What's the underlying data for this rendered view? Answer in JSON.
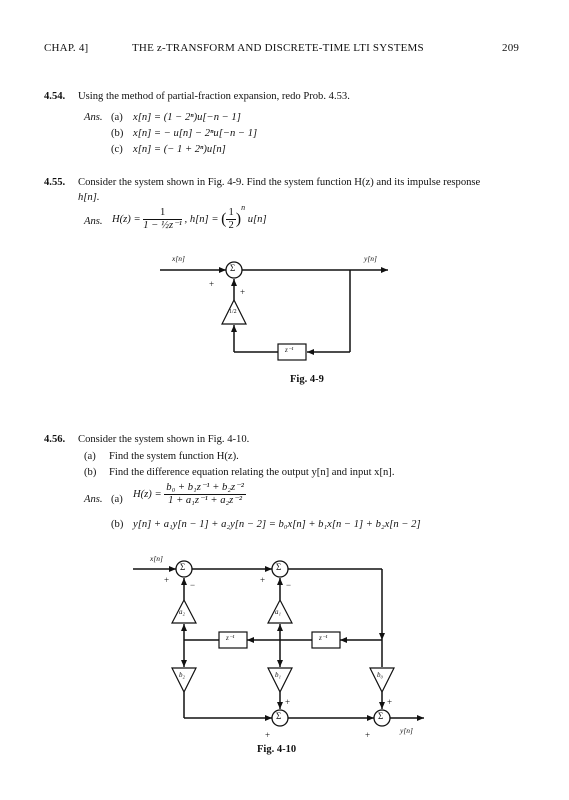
{
  "header": {
    "chapter": "CHAP. 4]",
    "title": "THE z-TRANSFORM AND DISCRETE-TIME LTI SYSTEMS",
    "page_number": "209"
  },
  "p454": {
    "number": "4.54.",
    "text": "Using the method of partial-fraction expansion, redo Prob. 4.53.",
    "ans_label": "Ans.",
    "a_label": "(a)",
    "a": "x[n] = (1 − 2ⁿ)u[−n − 1]",
    "b_label": "(b)",
    "b": "x[n] = − u[n] − 2ⁿu[−n − 1]",
    "c_label": "(c)",
    "c": "x[n] = (− 1 + 2ⁿ)u[n]"
  },
  "p455": {
    "number": "4.55.",
    "text_line1": "Consider the system shown in Fig. 4-9. Find the system function H(z) and its impulse response",
    "text_line2": "h[n].",
    "ans_label": "Ans.",
    "hz_lhs": "H(z) =",
    "hz_num": "1",
    "hz_den": "1 − ½z⁻¹",
    "hn_lhs": ", h[n] =",
    "hn_base_num": "1",
    "hn_base_den": "2",
    "hn_exp": "n",
    "hn_tail": "u[n]"
  },
  "fig49": {
    "input": "x[n]",
    "output": "y[n]",
    "sum": "Σ",
    "plus1": "+",
    "plus2": "+",
    "gain": "1/2",
    "delay": "z⁻¹",
    "caption": "Fig. 4-9"
  },
  "p456": {
    "number": "4.56.",
    "text": "Consider the system shown in Fig. 4-10.",
    "a_label": "(a)",
    "a_text": "Find the system function H(z).",
    "b_label": "(b)",
    "b_text": "Find the difference equation relating the output y[n] and input x[n].",
    "ans_label": "Ans.",
    "ans_a_label": "(a)",
    "hz_lhs": "H(z) =",
    "hz_num": "b₀ + b₁z⁻¹ + b₂z⁻²",
    "hz_den": "1 + a₁z⁻¹ + a₂z⁻²",
    "ans_b_label": "(b)",
    "ans_b": "y[n] + a₁y[n − 1] + a₂y[n − 2] = b₀x[n] + b₁x[n − 1] + b₂x[n − 2]"
  },
  "fig410": {
    "input": "x[n]",
    "output": "y[n]",
    "sum": "Σ",
    "plus": "+",
    "minus": "−",
    "a2": "a₂",
    "a1": "a₁",
    "b2": "b₂",
    "b1": "b₁",
    "b0": "b₀",
    "delay": "z⁻¹",
    "caption": "Fig. 4-10"
  }
}
